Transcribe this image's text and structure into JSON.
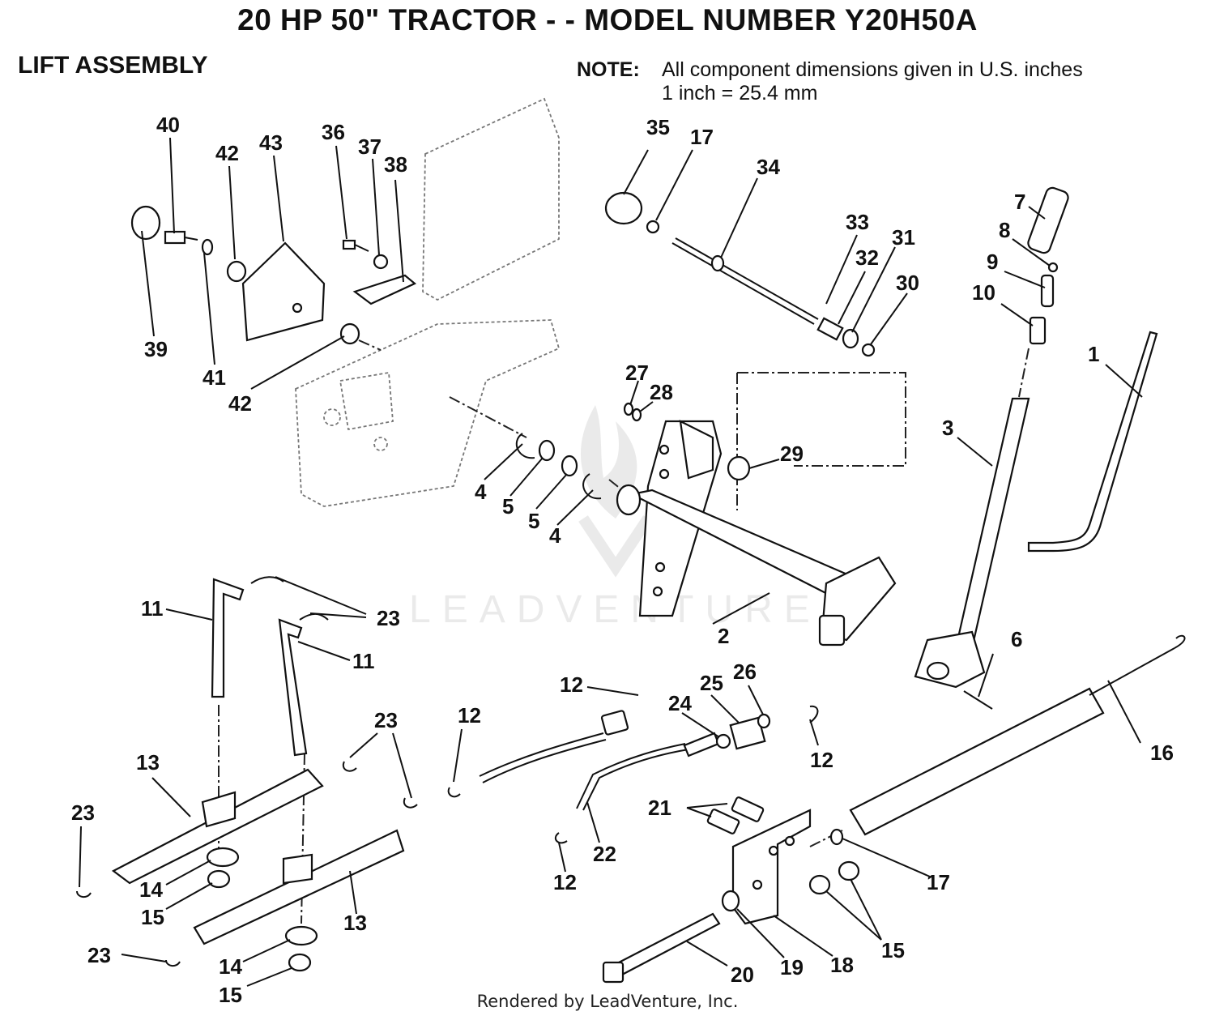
{
  "header": {
    "title": "20 HP 50\" TRACTOR - - MODEL NUMBER Y20H50A",
    "section": "LIFT ASSEMBLY"
  },
  "note": {
    "label": "NOTE:",
    "line1": "All component dimensions given in U.S. inches",
    "line2": "1 inch = 25.4 mm"
  },
  "footer": "Rendered by LeadVenture, Inc.",
  "watermark": "LEADVENTURE",
  "callouts": [
    "40",
    "42",
    "43",
    "36",
    "37",
    "38",
    "39",
    "41",
    "42",
    "35",
    "17",
    "34",
    "33",
    "32",
    "31",
    "30",
    "7",
    "8",
    "9",
    "10",
    "1",
    "3",
    "27",
    "28",
    "29",
    "4",
    "5",
    "5",
    "4",
    "11",
    "23",
    "11",
    "2",
    "6",
    "12",
    "25",
    "26",
    "24",
    "12",
    "23",
    "13",
    "12",
    "21",
    "16",
    "22",
    "17",
    "23",
    "14",
    "15",
    "13",
    "12",
    "15",
    "23",
    "14",
    "20",
    "19",
    "18",
    "15"
  ]
}
